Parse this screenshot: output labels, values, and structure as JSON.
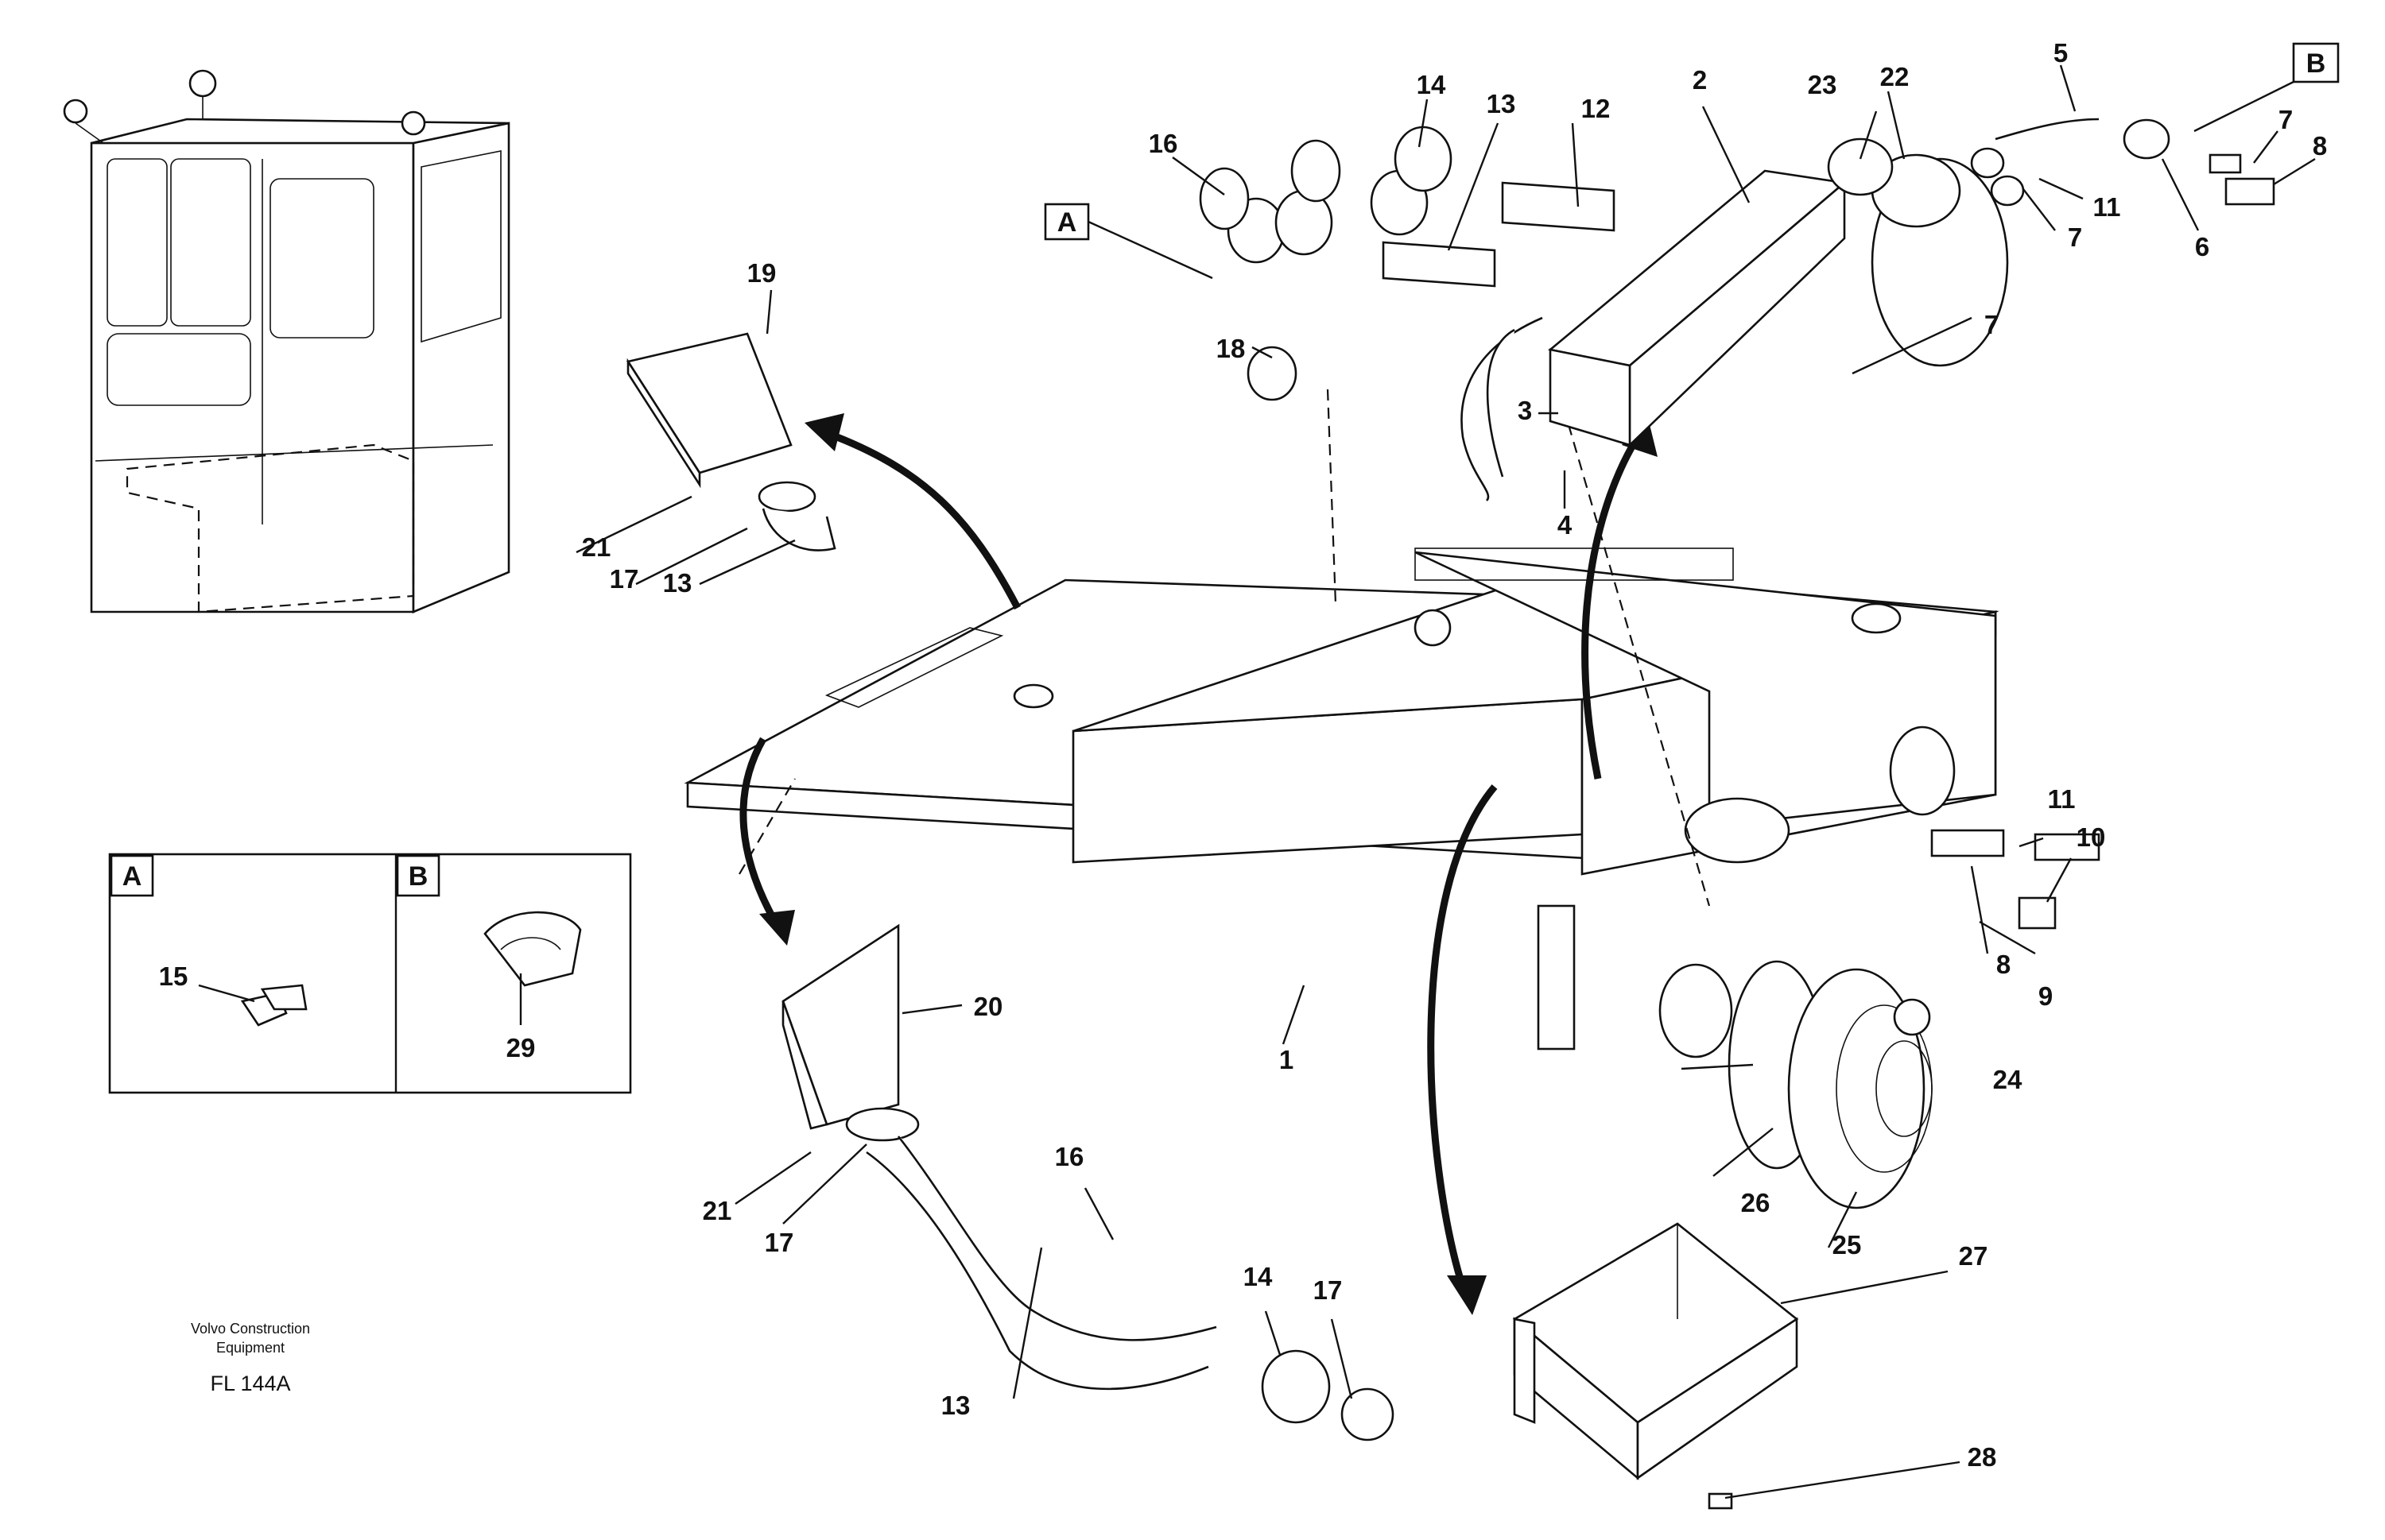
{
  "drawing": {
    "credit_line1": "Volvo Construction",
    "credit_line2": "Equipment",
    "code": "FL 144A"
  },
  "callouts": [
    {
      "id": "c1",
      "text": "1"
    },
    {
      "id": "c2",
      "text": "2"
    },
    {
      "id": "c3",
      "text": "3"
    },
    {
      "id": "c4",
      "text": "4"
    },
    {
      "id": "c5",
      "text": "5"
    },
    {
      "id": "c6",
      "text": "6"
    },
    {
      "id": "c7a",
      "text": "7"
    },
    {
      "id": "c7b",
      "text": "7"
    },
    {
      "id": "c7c",
      "text": "7"
    },
    {
      "id": "c8a",
      "text": "8"
    },
    {
      "id": "c8b",
      "text": "8"
    },
    {
      "id": "c9",
      "text": "9"
    },
    {
      "id": "c10",
      "text": "10"
    },
    {
      "id": "c11a",
      "text": "11"
    },
    {
      "id": "c11b",
      "text": "11"
    },
    {
      "id": "c12",
      "text": "12"
    },
    {
      "id": "c13a",
      "text": "13"
    },
    {
      "id": "c13b",
      "text": "13"
    },
    {
      "id": "c13c",
      "text": "13"
    },
    {
      "id": "c14a",
      "text": "14"
    },
    {
      "id": "c14b",
      "text": "14"
    },
    {
      "id": "c15",
      "text": "15"
    },
    {
      "id": "c16a",
      "text": "16"
    },
    {
      "id": "c16b",
      "text": "16"
    },
    {
      "id": "c17a",
      "text": "17"
    },
    {
      "id": "c17b",
      "text": "17"
    },
    {
      "id": "c17c",
      "text": "17"
    },
    {
      "id": "c18",
      "text": "18"
    },
    {
      "id": "c19",
      "text": "19"
    },
    {
      "id": "c20",
      "text": "20"
    },
    {
      "id": "c21a",
      "text": "21"
    },
    {
      "id": "c21b",
      "text": "21"
    },
    {
      "id": "c22",
      "text": "22"
    },
    {
      "id": "c23",
      "text": "23"
    },
    {
      "id": "c24",
      "text": "24"
    },
    {
      "id": "c25",
      "text": "25"
    },
    {
      "id": "c26",
      "text": "26"
    },
    {
      "id": "c27",
      "text": "27"
    },
    {
      "id": "c28",
      "text": "28"
    },
    {
      "id": "c29",
      "text": "29"
    }
  ],
  "detail_labels": {
    "a_main": "A",
    "b_main": "B",
    "a_inset": "A",
    "b_inset": "B"
  }
}
